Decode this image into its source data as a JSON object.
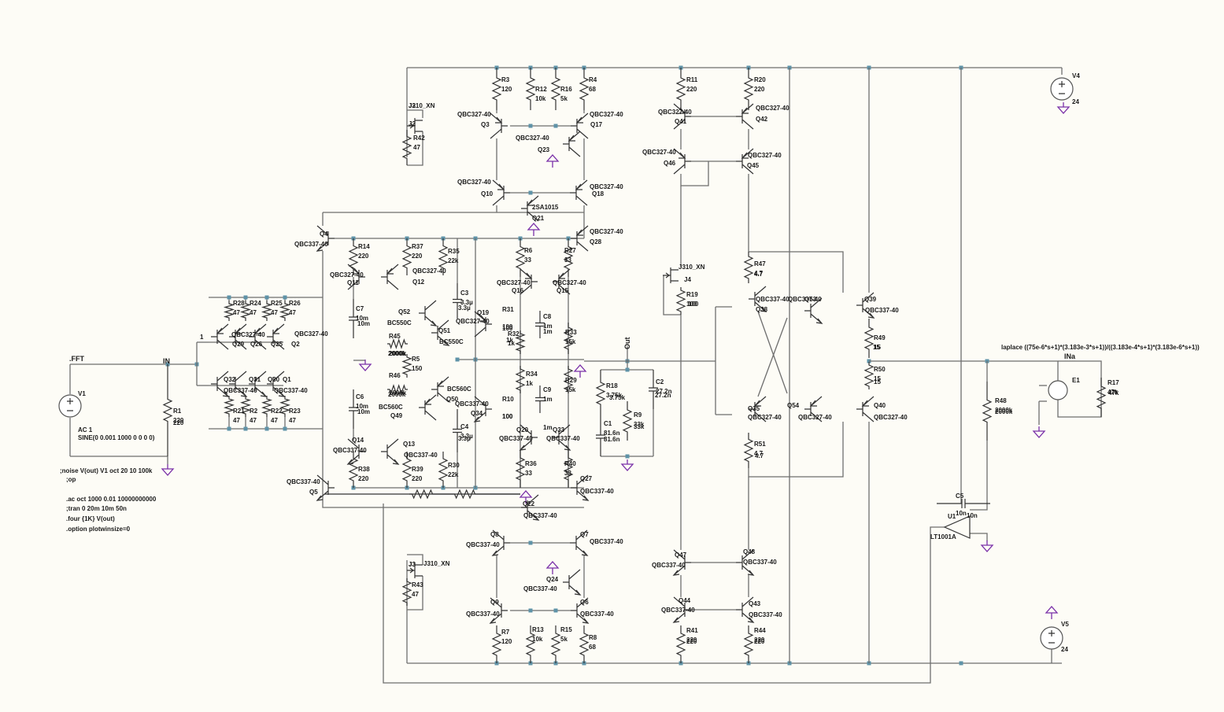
{
  "net_labels": {
    "fft": ".FFT",
    "in": "IN",
    "out": "Out",
    "ina": "INa",
    "node1": "1"
  },
  "sources": {
    "v1": {
      "name": "V1",
      "line1": "AC 1",
      "line2": "SINE(0 0.001 1000 0 0 0 0)"
    },
    "v4": {
      "name": "V4",
      "value": "24"
    },
    "v5": {
      "name": "V5",
      "value": "24"
    },
    "e1": {
      "name": "E1",
      "expr": "laplace ((75e-6*s+1)*(3.183e-3*s+1))/((3.183e-4*s+1)*(3.183e-6*s+1))"
    }
  },
  "directives": [
    ";noise V(out) V1 oct 20 10 100k",
    ";op",
    ".ac oct 1000 0.01 10000000000",
    ";tran 0 20m 10m 50n",
    ".four {1K} V(out)",
    ".option plotwinsize=0"
  ],
  "opamp": {
    "name": "U1",
    "model": "LT1001A"
  },
  "components": [
    {
      "name": "R1",
      "value": "220"
    },
    {
      "name": "R3",
      "value": "120"
    },
    {
      "name": "R12",
      "value": "10k"
    },
    {
      "name": "R16",
      "value": "5k"
    },
    {
      "name": "R4",
      "value": "68"
    },
    {
      "name": "R42",
      "value": "47"
    },
    {
      "name": "J2",
      "value": "J310_XN"
    },
    {
      "name": "Q3",
      "value": "QBC327-40"
    },
    {
      "name": "Q17",
      "value": "QBC327-40"
    },
    {
      "name": "Q23",
      "value": "QBC327-40"
    },
    {
      "name": "Q10",
      "value": "QBC327-40"
    },
    {
      "name": "Q18",
      "value": "QBC327-40"
    },
    {
      "name": "Q21",
      "value": "2SA1015"
    },
    {
      "name": "Q4",
      "value": "QBC337-40"
    },
    {
      "name": "Q28",
      "value": "QBC327-40"
    },
    {
      "name": "R14",
      "value": "220"
    },
    {
      "name": "R37",
      "value": "220"
    },
    {
      "name": "R35",
      "value": "22k"
    },
    {
      "name": "Q11",
      "value": "QBC327-40"
    },
    {
      "name": "Q12",
      "value": "QBC327-40"
    },
    {
      "name": "Q52",
      "value": "BC550C"
    },
    {
      "name": "Q51",
      "value": "BC550C"
    },
    {
      "name": "R28",
      "value": "47"
    },
    {
      "name": "R24",
      "value": "47"
    },
    {
      "name": "R25",
      "value": "47"
    },
    {
      "name": "R26",
      "value": "47"
    },
    {
      "name": "R21",
      "value": "47"
    },
    {
      "name": "R2",
      "value": "47"
    },
    {
      "name": "R22",
      "value": "47"
    },
    {
      "name": "R23",
      "value": "47"
    },
    {
      "name": "Q2",
      "value": "QBC327-40"
    },
    {
      "name": "Q1",
      "value": "QBC337-40"
    },
    {
      "name": "C7",
      "value": "10m"
    },
    {
      "name": "C6",
      "value": "10m"
    },
    {
      "name": "R45",
      "value": "2000k"
    },
    {
      "name": "R46",
      "value": "2000k"
    },
    {
      "name": "R5",
      "value": "150"
    },
    {
      "name": "Q50",
      "value": "BC560C"
    },
    {
      "name": "Q49",
      "value": "BC560C"
    },
    {
      "name": "Q14",
      "value": "QBC337-40"
    },
    {
      "name": "Q13",
      "value": "QBC337-40"
    },
    {
      "name": "R38",
      "value": "220"
    },
    {
      "name": "R39",
      "value": "220"
    },
    {
      "name": "R30",
      "value": "22k"
    },
    {
      "name": "Q5",
      "value": "QBC337-40"
    },
    {
      "name": "C3",
      "value": "3.3µ"
    },
    {
      "name": "C4",
      "value": "3.3µ"
    },
    {
      "name": "R6",
      "value": "33"
    },
    {
      "name": "R27",
      "value": "33"
    },
    {
      "name": "Q16",
      "value": "QBC327-40"
    },
    {
      "name": "Q15",
      "value": "QBC327-40"
    },
    {
      "name": "Q19",
      "value": "QBC327-40"
    },
    {
      "name": "R31",
      "value": "100"
    },
    {
      "name": "R32",
      "value": "1k"
    },
    {
      "name": "C8",
      "value": "1m"
    },
    {
      "name": "R33",
      "value": "15k"
    },
    {
      "name": "R34",
      "value": "1k"
    },
    {
      "name": "R29",
      "value": "15k"
    },
    {
      "name": "Q34",
      "value": "QBC337-40"
    },
    {
      "name": "R10",
      "value": "100"
    },
    {
      "name": "C9",
      "value": "1m"
    },
    {
      "name": "Q20",
      "value": "QBC337-40"
    },
    {
      "name": "Q33",
      "value": "QBC337-40"
    },
    {
      "name": "R36",
      "value": "33"
    },
    {
      "name": "R40",
      "value": "33"
    },
    {
      "name": "Q27",
      "value": "QBC337-40"
    },
    {
      "name": "Q22",
      "value": "QBC337-40"
    },
    {
      "name": "Q8",
      "value": "QBC337-40"
    },
    {
      "name": "Q7",
      "value": "QBC337-40"
    },
    {
      "name": "J3",
      "value": "J310_XN"
    },
    {
      "name": "R43",
      "value": "47"
    },
    {
      "name": "Q24",
      "value": "QBC337-40"
    },
    {
      "name": "Q9",
      "value": "QBC337-40"
    },
    {
      "name": "Q6",
      "value": "QBC337-40"
    },
    {
      "name": "R7",
      "value": "120"
    },
    {
      "name": "R13",
      "value": "10k"
    },
    {
      "name": "R15",
      "value": "5k"
    },
    {
      "name": "R8",
      "value": "68"
    },
    {
      "name": "R18",
      "value": "3.75k"
    },
    {
      "name": "C2",
      "value": "27.2n"
    },
    {
      "name": "R9",
      "value": "33k"
    },
    {
      "name": "C1",
      "value": "81.6n"
    },
    {
      "name": "R11",
      "value": "220"
    },
    {
      "name": "R20",
      "value": "220"
    },
    {
      "name": "Q41",
      "value": "QBC327-40"
    },
    {
      "name": "Q42",
      "value": "QBC327-40"
    },
    {
      "name": "Q46",
      "value": "QBC327-40"
    },
    {
      "name": "Q45",
      "value": "QBC327-40"
    },
    {
      "name": "J4",
      "value": "J310_XN"
    },
    {
      "name": "R19",
      "value": "100"
    },
    {
      "name": "R47",
      "value": "4.7"
    },
    {
      "name": "Q38",
      "value": "QBC337-40"
    },
    {
      "name": "Q53",
      "value": "QBC337-40"
    },
    {
      "name": "Q39",
      "value": "QBC337-40"
    },
    {
      "name": "R49",
      "value": "15"
    },
    {
      "name": "R50",
      "value": "15"
    },
    {
      "name": "Q35",
      "value": "QBC327-40"
    },
    {
      "name": "Q54",
      "value": "QBC327-40"
    },
    {
      "name": "Q40",
      "value": "QBC327-40"
    },
    {
      "name": "R51",
      "value": "4.7"
    },
    {
      "name": "Q47",
      "value": "QBC337-40"
    },
    {
      "name": "Q48",
      "value": "QBC337-40"
    },
    {
      "name": "Q44",
      "value": "QBC337-40"
    },
    {
      "name": "Q43",
      "value": "QBC337-40"
    },
    {
      "name": "R41",
      "value": "220"
    },
    {
      "name": "R44",
      "value": "220"
    },
    {
      "name": "R48",
      "value": "2000k"
    },
    {
      "name": "C5",
      "value": "10n"
    },
    {
      "name": "R17",
      "value": "47k"
    }
  ]
}
